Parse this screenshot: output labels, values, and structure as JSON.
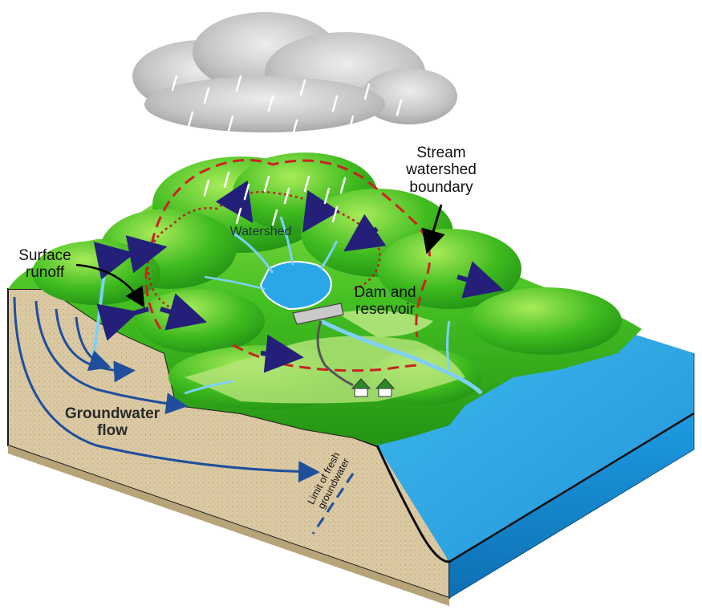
{
  "labels": {
    "surface_runoff": "Surface\nrunoff",
    "watershed": "Watershed",
    "stream_boundary": "Stream\nwatershed\nboundary",
    "dam_reservoir": "Dam and\nreservoir",
    "groundwater_flow": "Groundwater\nflow",
    "fresh_limit": "Limit of fresh\ngroundwater"
  },
  "colors": {
    "grass": "#3fbf1f",
    "grass_light": "#8fe04a",
    "grass_dark": "#1f8a12",
    "water": "#2aa7e6",
    "water_dark": "#0f6fb5",
    "soil": "#d9c7a0",
    "boundary": "#cc2222",
    "runoff_arrow": "#24207a",
    "groundwater_arrow": "#1f4f9c",
    "cloud": "#bdbdbd"
  },
  "icons": {
    "cloud": "rain-cloud-icon",
    "house": "house-icon"
  }
}
